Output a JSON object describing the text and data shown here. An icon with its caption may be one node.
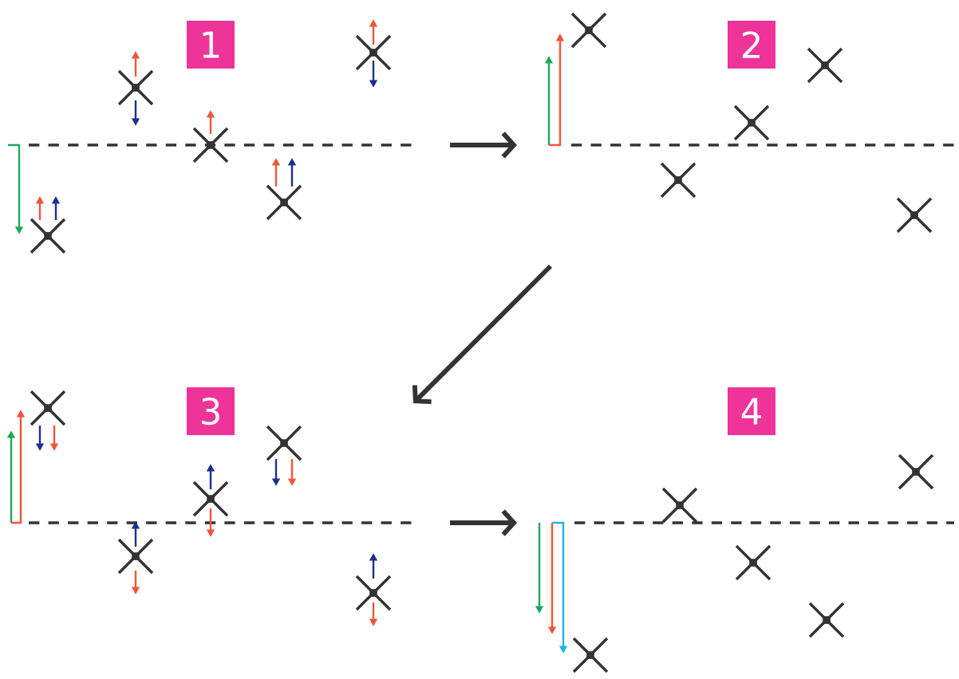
{
  "diagram": {
    "nodes": [
      {
        "text": [
          "1"
        ]
      },
      {
        "text": [
          "2"
        ]
      },
      {
        "text": [
          "3"
        ]
      },
      {
        "text": [
          "4"
        ]
      }
    ],
    "edges": [
      {
        "from": 0,
        "to": 1,
        "arrow": "to"
      },
      {
        "from": 1,
        "to": 2,
        "arrow": "to"
      },
      {
        "from": 2,
        "to": 3,
        "arrow": "to"
      }
    ]
  }
}
